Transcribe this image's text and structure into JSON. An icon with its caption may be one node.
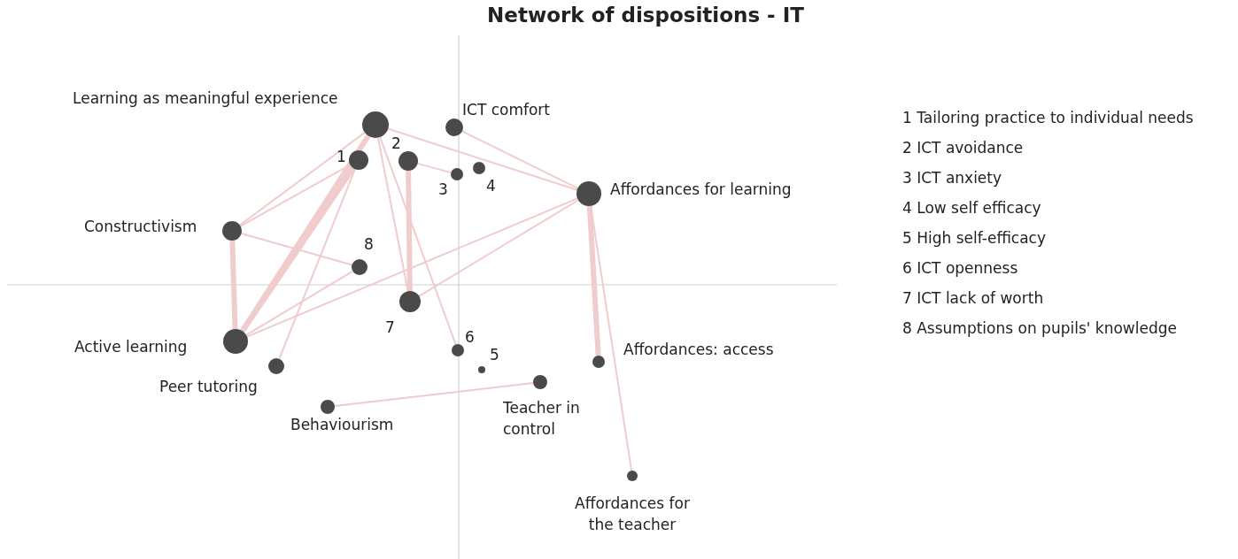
{
  "diagram": {
    "title": "Network of dispositions - IT",
    "nodes": [
      {
        "text": [
          "Learning as meaningful experience"
        ]
      },
      {
        "text": [
          "1"
        ]
      },
      {
        "text": [
          "2"
        ]
      },
      {
        "text": [
          "3"
        ]
      },
      {
        "text": [
          "4"
        ]
      },
      {
        "text": [
          "ICT comfort"
        ]
      },
      {
        "text": [
          "Affordances for learning"
        ]
      },
      {
        "text": [
          "Constructivism"
        ]
      },
      {
        "text": [
          "8"
        ]
      },
      {
        "text": [
          "7"
        ]
      },
      {
        "text": [
          "Active learning"
        ]
      },
      {
        "text": [
          "Peer tutoring"
        ]
      },
      {
        "text": [
          "6"
        ]
      },
      {
        "text": [
          "5"
        ]
      },
      {
        "text": [
          "Teacher in control"
        ]
      },
      {
        "text": [
          "Behaviourism"
        ]
      },
      {
        "text": [
          "Affordances: access"
        ]
      },
      {
        "text": [
          "Affordances for the teacher"
        ]
      }
    ],
    "edges": [
      {
        "from": 0,
        "to": 7,
        "arrow": "none"
      },
      {
        "from": 0,
        "to": 10,
        "arrow": "none",
        "style": "thick"
      },
      {
        "from": 0,
        "to": 9,
        "arrow": "none"
      },
      {
        "from": 0,
        "to": 12,
        "arrow": "none"
      },
      {
        "from": 0,
        "to": 6,
        "arrow": "none"
      },
      {
        "from": 1,
        "to": 7,
        "arrow": "none"
      },
      {
        "from": 1,
        "to": 10,
        "arrow": "none",
        "style": "thick"
      },
      {
        "from": 1,
        "to": 11,
        "arrow": "none"
      },
      {
        "from": 2,
        "to": 3,
        "arrow": "none"
      },
      {
        "from": 2,
        "to": 9,
        "arrow": "none",
        "style": "thick"
      },
      {
        "from": 5,
        "to": 6,
        "arrow": "none"
      },
      {
        "from": 6,
        "to": 9,
        "arrow": "none"
      },
      {
        "from": 6,
        "to": 10,
        "arrow": "none"
      },
      {
        "from": 6,
        "to": 16,
        "arrow": "none",
        "style": "thick"
      },
      {
        "from": 6,
        "to": 17,
        "arrow": "none"
      },
      {
        "from": 7,
        "to": 8,
        "arrow": "none"
      },
      {
        "from": 7,
        "to": 10,
        "arrow": "none",
        "style": "thick"
      },
      {
        "from": 8,
        "to": 10,
        "arrow": "none"
      },
      {
        "from": 15,
        "to": 14,
        "arrow": "none"
      }
    ],
    "legend": [
      {
        "text": "1 Tailoring practice to individual needs"
      },
      {
        "text": "2 ICT avoidance"
      },
      {
        "text": "3 ICT anxiety"
      },
      {
        "text": "4 Low self efficacy"
      },
      {
        "text": "5 High self-efficacy"
      },
      {
        "text": "6 ICT openness"
      },
      {
        "text": "7 ICT lack of worth"
      },
      {
        "text": "8 Assumptions on pupils' knowledge"
      }
    ]
  }
}
